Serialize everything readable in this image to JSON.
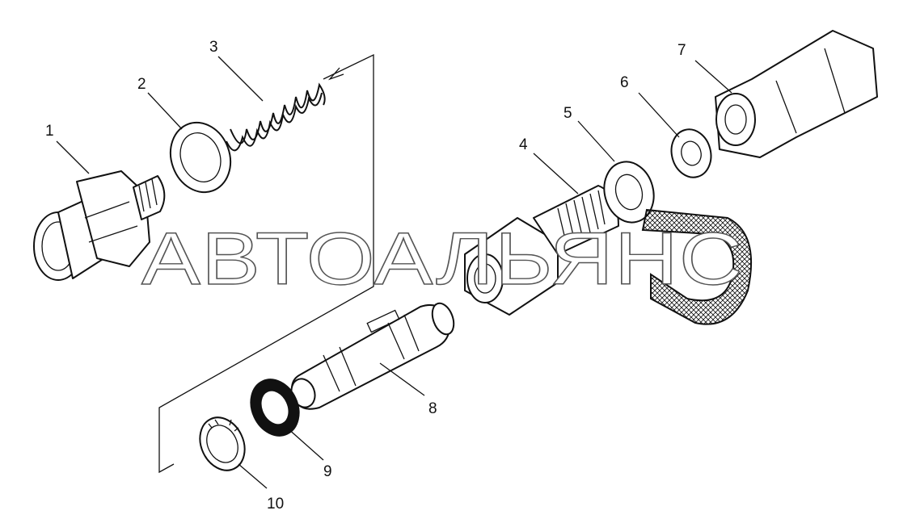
{
  "diagram": {
    "callouts": [
      "1",
      "2",
      "3",
      "4",
      "5",
      "6",
      "7",
      "8",
      "9",
      "10"
    ],
    "watermark": "АВТОАЛЬЯНС"
  }
}
